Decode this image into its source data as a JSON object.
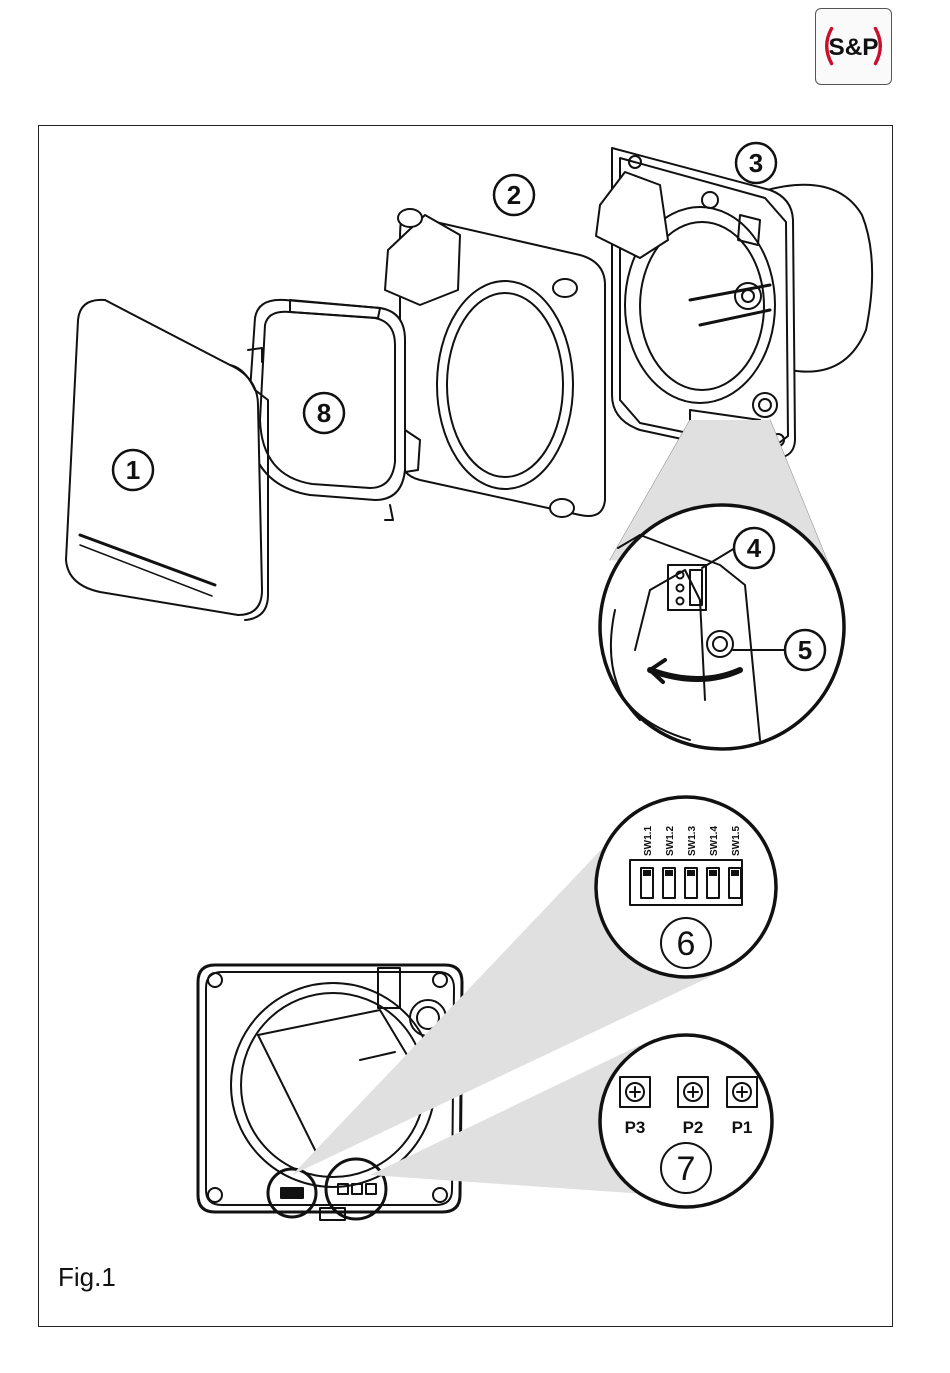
{
  "brand": {
    "logo_text": "S&P"
  },
  "figure": {
    "label": "Fig.1"
  },
  "callouts": {
    "c1": "1",
    "c2": "2",
    "c3": "3",
    "c4": "4",
    "c5": "5",
    "c6": "6",
    "c7": "7",
    "c8": "8"
  },
  "switches": [
    "SW1.1",
    "SW1.2",
    "SW1.3",
    "SW1.4",
    "SW1.5"
  ],
  "potentiometers": [
    "P3",
    "P2",
    "P1"
  ],
  "colors": {
    "line": "#111111",
    "highlight": "#e0e0e0",
    "logo_red": "#c8102e"
  }
}
